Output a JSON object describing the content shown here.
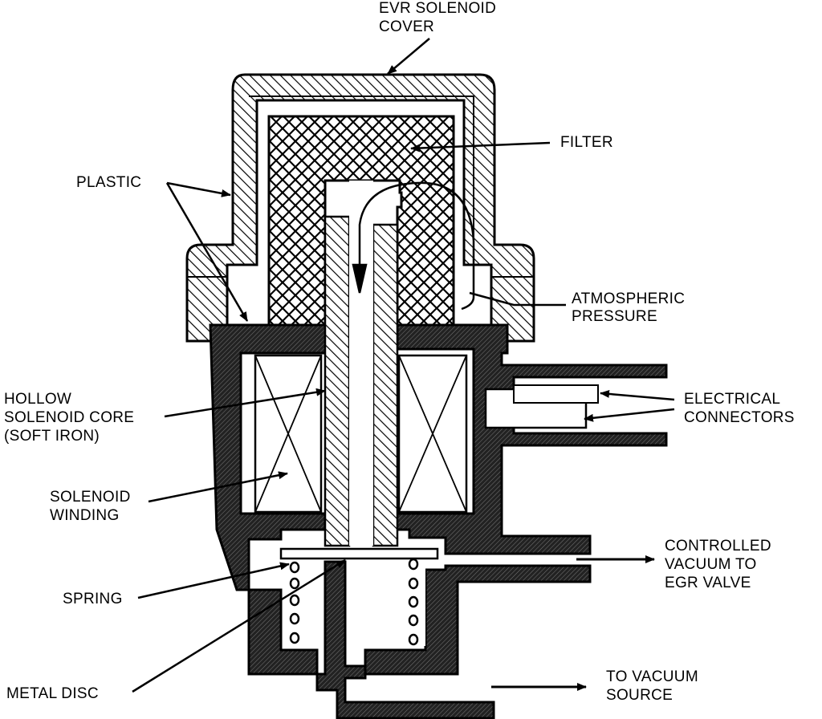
{
  "labels": {
    "evr_cover": [
      "EVR SOLENOID",
      "COVER"
    ],
    "filter": [
      "FILTER"
    ],
    "plastic": [
      "PLASTIC"
    ],
    "atmospheric": [
      "ATMOSPHERIC",
      "PRESSURE"
    ],
    "hollow_core": [
      "HOLLOW",
      "SOLENOID CORE",
      "(SOFT IRON)"
    ],
    "electrical": [
      "ELECTRICAL",
      "CONNECTORS"
    ],
    "winding": [
      "SOLENOID",
      "WINDING"
    ],
    "controlled": [
      "CONTROLLED",
      "VACUUM TO",
      "EGR VALVE"
    ],
    "spring": [
      "SPRING"
    ],
    "metal_disc": [
      "METAL DISC"
    ],
    "vacuum_source": [
      "TO VACUUM",
      "SOURCE"
    ]
  },
  "colors": {
    "ink": "#000000",
    "paper": "#ffffff"
  }
}
